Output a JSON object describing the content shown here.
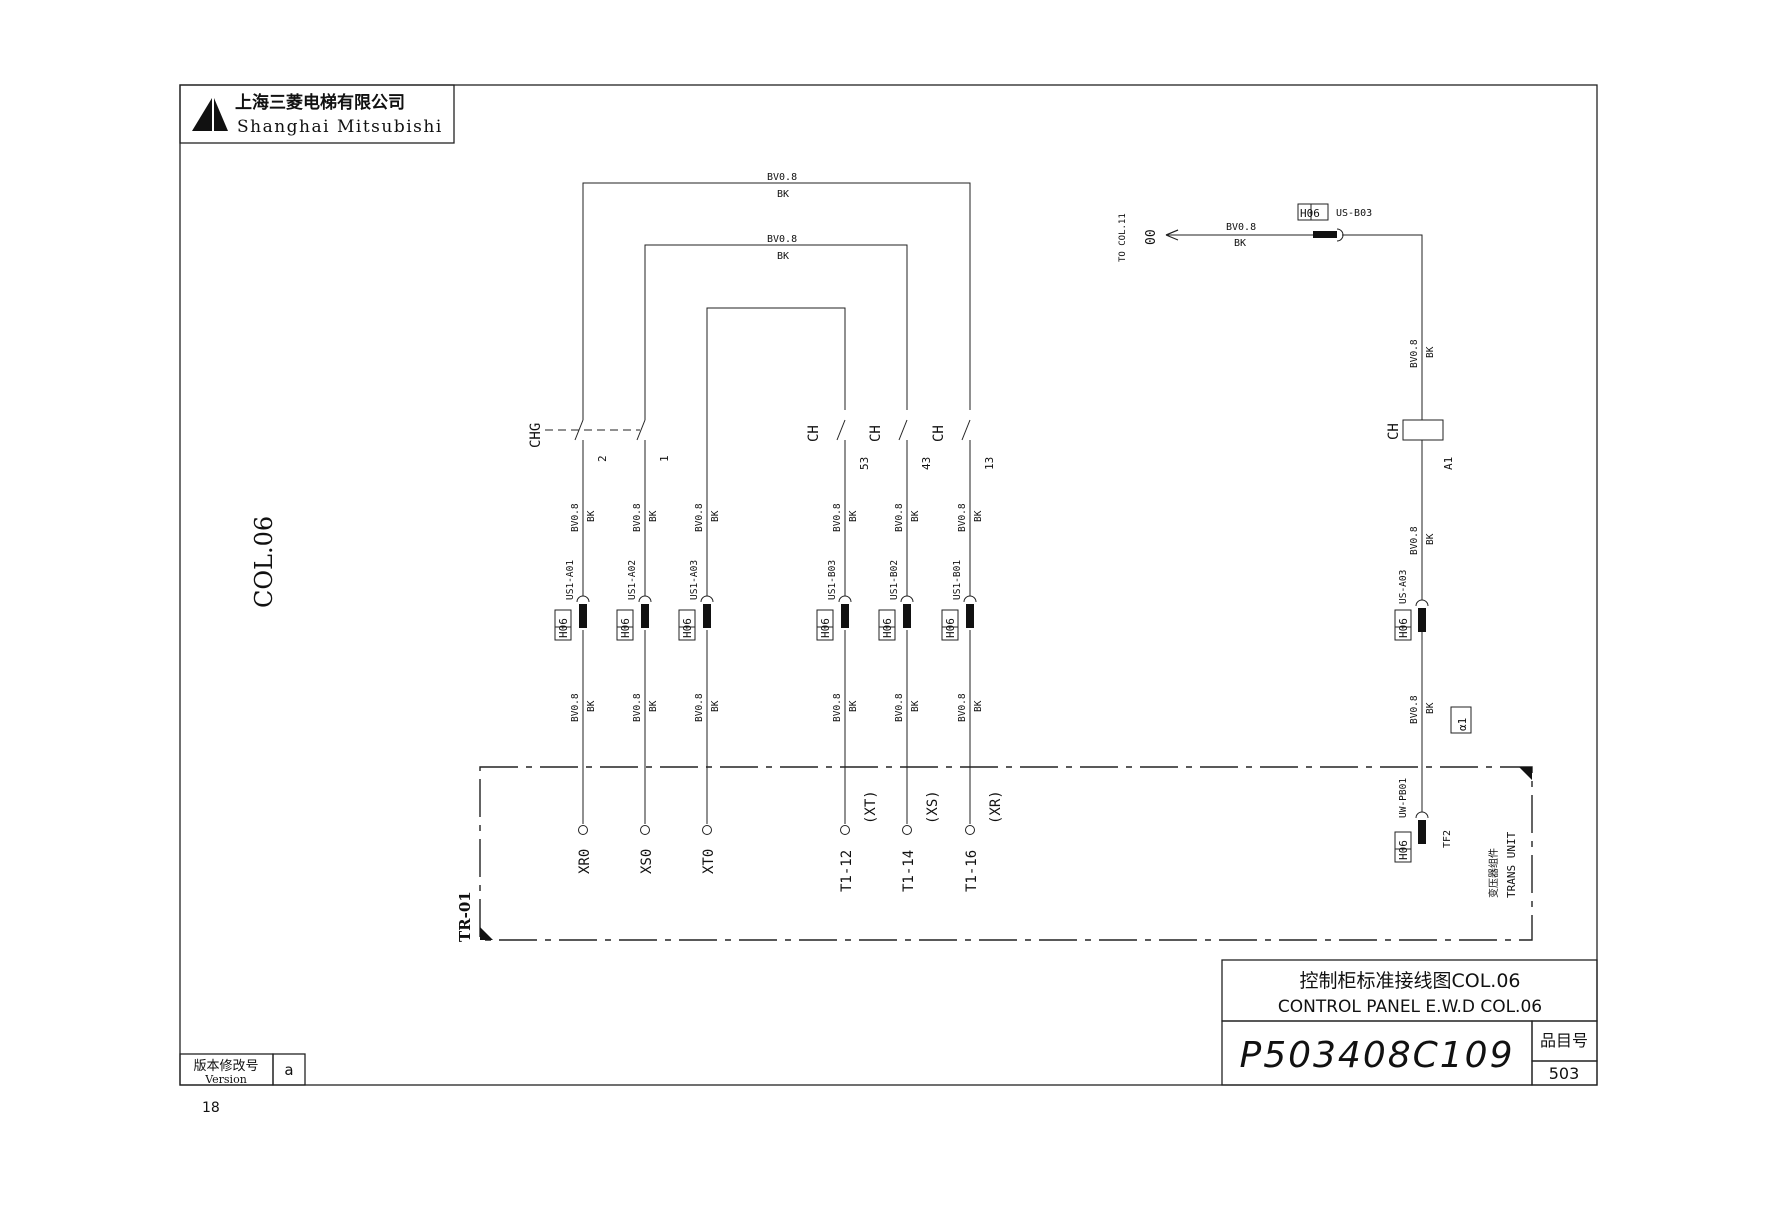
{
  "company": {
    "name_cn": "上海三菱电梯有限公司",
    "name_en": "Shanghai Mitsubishi"
  },
  "sheet_label": "COL.06",
  "title_block": {
    "title_cn": "控制柜标准接线图COL.06",
    "title_en": "CONTROL PANEL E.W.D COL.06",
    "drawing_no": "P503408C109",
    "item_no_label": "品目号",
    "item_no": "503",
    "version_label_cn": "版本修改号",
    "version_label_en": "Version",
    "version": "a"
  },
  "page_number": "18",
  "top_wires": [
    {
      "spec": "BV0.8",
      "color": "BK"
    },
    {
      "spec": "BV0.8",
      "color": "BK"
    }
  ],
  "contacts": {
    "chg": {
      "label": "CHG",
      "pins": [
        "2",
        "1"
      ]
    },
    "ch": [
      {
        "label": "CH",
        "pin": "53"
      },
      {
        "label": "CH",
        "pin": "43"
      },
      {
        "label": "CH",
        "pin": "13"
      }
    ]
  },
  "wire_spec": {
    "spec": "BV0.8",
    "color": "BK"
  },
  "connector_tag": "H06",
  "columns": [
    {
      "connector": "US1-A01",
      "terminal": "XR0",
      "signal": ""
    },
    {
      "connector": "US1-A02",
      "terminal": "XS0",
      "signal": ""
    },
    {
      "connector": "US1-A03",
      "terminal": "XT0",
      "signal": ""
    },
    {
      "connector": "US1-B03",
      "terminal": "T1-12",
      "signal": "(XT)"
    },
    {
      "connector": "US1-B02",
      "terminal": "T1-14",
      "signal": "(XS)"
    },
    {
      "connector": "US1-B01",
      "terminal": "T1-16",
      "signal": "(XR)"
    }
  ],
  "right_branch": {
    "to_label": "TO COL.11",
    "to_code": "00",
    "top_wire": {
      "spec": "BV0.8",
      "color": "BK"
    },
    "top_connector": "US-B03",
    "coil_label": "CH",
    "coil_pin": "A1",
    "mid_connector": "US-A03",
    "bottom_connector": "UW-PB01",
    "bottom_pin": "TF2",
    "alpha_tag": "α1"
  },
  "unit": {
    "id": "TR-01",
    "name_cn": "变压器组件",
    "name_en": "TRANS UNIT"
  }
}
